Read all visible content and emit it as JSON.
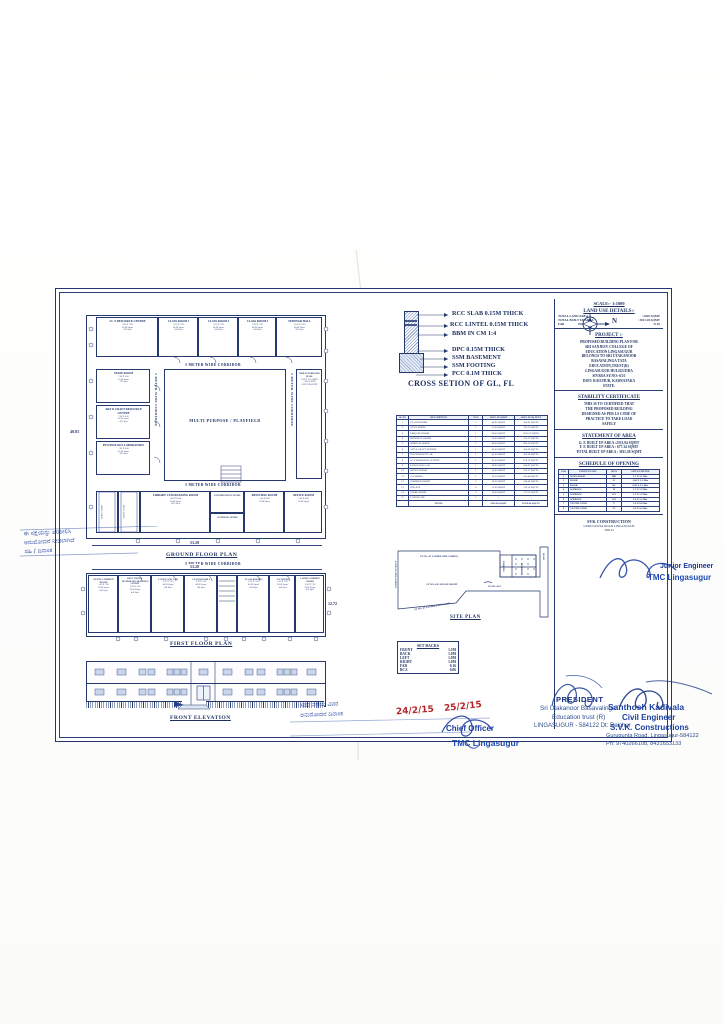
{
  "document": {
    "type": "architectural-building-plan",
    "scale_label": "SCALE:- 1:1000"
  },
  "cross_section": {
    "title": "CROSS SETION OF GL, FL",
    "labels": [
      "RCC SLAB 0.15M THICK",
      "RCC LINTEL 0.15M THICK",
      "BBM IN CM 1:4",
      "DPC 0.15M THICK",
      "SSM BASEMENT",
      "SSM FOOTING",
      "PCC 0.1M THICK"
    ]
  },
  "compass": {
    "label": "N"
  },
  "land_use": {
    "heading": "LAND USE DETAILS:-",
    "rows": [
      {
        "label": "TOTAL LAND AREA",
        "value": ": 2020 SQMT"
      },
      {
        "label": "TOTAL BUILT UP AREA",
        "value": ": 3011.28 SQMT"
      },
      {
        "label": "FAR",
        "value": ": 0.16"
      }
    ]
  },
  "project": {
    "heading": "PROJECT :-",
    "lines": [
      "PROPOSED  BUILDING PLAN FOR",
      "SRI SANJEEV  COLLEGE OF",
      "EDUCATION  LINGASUGUR",
      "BELONGS TO SRI UTAKANOOR",
      "BASAVALINGA TATA",
      "EDUCATION,TRUST(R)",
      "LINGASUGUR HULIGUDDA",
      "SIVARA SY.NO:-63/1",
      "DIST: RAICHUR, KARNATAKA",
      "STATE."
    ]
  },
  "stability": {
    "heading": "STABILITY CERTIFICATE",
    "lines": [
      "THIS IS TO CERTIFIED THAT",
      "THE PROPOSED BUILDING",
      "DESIGNED AS PER I.S CODE OF",
      "PRACTICE TO TAKE LOAD",
      "SAFELY"
    ]
  },
  "statement_of_area": {
    "heading": "STATEMENT OF AREA",
    "rows": [
      "G. F. BUILT UP AREA :2333.94 SQMT",
      "F. F. BUILT UP AREA : 677.34 SQMT",
      "TOTAL BUILT UP AREA : 3011.28 SQMT"
    ]
  },
  "schedule_of_opening": {
    "heading": "SCHEDULE OF OPENING",
    "columns": [
      "S.No",
      "PARTICULARS",
      "SIGN",
      "SIZE IN METER"
    ],
    "rows": [
      [
        "1",
        "MAIN DOOR",
        "MD",
        "1.5 X 2.1 Mtr"
      ],
      [
        "2",
        "DOOR",
        "D",
        "1.00 X 2.1 Mtr"
      ],
      [
        "3",
        "DOOR",
        "D1",
        "0.90 X 2.1 Mtr"
      ],
      [
        "4",
        "WINDOW",
        "W",
        "1.5 X 1.2 Mtr"
      ],
      [
        "5",
        "WINDOW",
        "W1",
        "1.2 X 1.2 Mtr"
      ],
      [
        "6",
        "WINDOW",
        "W2",
        "1.0 X 1.2 Mtr"
      ],
      [
        "7",
        "VENTILATOR",
        "V",
        "1.0 X 0.6 Mtr"
      ],
      [
        "8",
        "VENTILATOR",
        "V1",
        "0.6 X 0.6 Mtr"
      ]
    ]
  },
  "construction_stamp": {
    "line1": "SVK CONSTRUCTION",
    "line2": "GURUGUNTA ROAD LINGASUGUR",
    "line3": "584122"
  },
  "signatures": {
    "president": {
      "title": "PRESIDENT",
      "line1": "Sri Utakanoor Basavalinga T",
      "line2": "Education trust (R)",
      "line3": "LINGASUGUR - 584122  Dt: Raichur"
    },
    "engineer": {
      "name": "Santhosh Kadivala",
      "title": "Civil Engineer",
      "firm": "S.V.K. Constructions",
      "address": "Gurugunta Road, Lingasugur-584122",
      "phone": "Ph: 9740266108, 8431653133"
    },
    "junior_engineer": {
      "title": "Junior Engineer",
      "office": "TMC Lingasugur"
    },
    "chief_officer": {
      "title": "Chief Officer",
      "office": "TMC Lingasugur"
    }
  },
  "ground_floor": {
    "title": "GROUND FLOOR PLAN",
    "dim_width": "53.28",
    "dim_height": "40.83",
    "corridor_label": "3 METER WIDE  CORRIDOR",
    "corridor_label_v": "3 METER WIDE CORRIDOR",
    "courtyard": "MULTI PURPOSE / PLAYFIELD",
    "rooms": [
      {
        "name": "I.C.T RESOURCE CENTRE",
        "detail": "9.00 X 7.00\n63.00 Sq.mt\n678 Sq.ft"
      },
      {
        "name": "CLASS ROOM 1",
        "detail": "6.70 X 7.00\n46.90 Sq.mt\n504 Sq.ft"
      },
      {
        "name": "CLASS ROOM 2",
        "detail": "6.70 X 7.00\n46.90 Sq.mt\n504 Sq.ft"
      },
      {
        "name": "CLASS ROOM 3",
        "detail": "6.70 X 7.00\n46.90 Sq.mt\n504 Sq.ft"
      },
      {
        "name": "SEMINAR HALL",
        "detail": "12.00 X 7.00\n84.00 Sq.mt\n903 Sq.ft"
      },
      {
        "name": "STAFF ROOM",
        "detail": "7.00 X 5.00\n35.00 Sq.mt\n376 Sq.ft"
      },
      {
        "name": "ART & CRAFT RESOURCE CENTRE",
        "detail": "7.00 X 6.00\n42.00 Sq.mt\n452 Sq.ft"
      },
      {
        "name": "PSYCHOLOGY LABORATORY",
        "detail": "7.00 X 6.00\n42.00 Sq.mt\n452 Sq.ft"
      },
      {
        "name": "LIBRARY CUM READING ROOM",
        "detail": "12.00 X 8.00\n96.00 Sq.mt\n1033 Sq.ft"
      },
      {
        "name": "EXAMINATION STORE",
        "detail": "4.00 X 4.00\n16.00 Sq.mt"
      },
      {
        "name": "PRINCIPAL ROOM",
        "detail": "5.00 X 4.00\n20.00 Sq.mt"
      },
      {
        "name": "OFFICE ROOM",
        "detail": "5.00 X 4.00\n20.00 Sq.mt"
      },
      {
        "name": "GENERAL STORE",
        "detail": "4.00 X 4.00\n16.00 Sq.mt"
      },
      {
        "name": "MULTI PURPOSE HALL",
        "detail": "9.00 X 12.15 MTR\n=109.35 MTR\n1099.78 SQ.FEET"
      },
      {
        "name": "GIRLS TOILET",
        "detail": ""
      },
      {
        "name": "BOYS TOILET",
        "detail": ""
      }
    ]
  },
  "first_floor": {
    "title": "FIRST FLOOR PLAN",
    "dim_width": "53.28",
    "dim_height": "12.72",
    "corridor_label": "3 METER WIDE  CORRIDOR",
    "rooms": [
      {
        "name": "GENTS COMMON ROOM",
        "detail": "5.50 X 7.00\n38.50 Sq.mt\n414 Sq.ft"
      },
      {
        "name": "EDUCATIONAL TECHNOLOGY RESOURCE CENTRE",
        "detail": "5.50 X 7.00\n38.50 Sq.mt\n414 Sq.ft"
      },
      {
        "name": "LANGUAGE LAB",
        "detail": "6.70 X 7.00\n46.90 Sq.mt\n504 Sq.ft"
      },
      {
        "name": "CLASS ROOM 4",
        "detail": "6.70 X 7.00\n46.90 Sq.mt\n504 Sq.ft"
      },
      {
        "name": "CLASS ROOM 5",
        "detail": "6.70 X 7.00\n46.90 Sq.mt\n504 Sq.ft"
      },
      {
        "name": "A/V ROOM",
        "detail": "5.50 X 7.00\n38.50 Sq.mt\n414 Sq.ft"
      },
      {
        "name": "LADIES COMMON ROOM",
        "detail": "5.50 X 7.00\n38.50 Sq.mt\n414 Sq.ft"
      }
    ]
  },
  "elevation": {
    "title": "FRONT ELEVATION"
  },
  "site_plan": {
    "title": "SITE PLAN",
    "labels": [
      "SY NO:-47 LANDOF MULAGIRIYA",
      "SY NO:-63/1 SINGLE RIGHT",
      "SY NO:-47 LANDOF DHULAMMA",
      "SY NO:-63/2",
      "LAND OF MULAGIRIYA",
      "ROAD",
      "PROPOSED SITE AREA",
      "PARKING",
      "BUILDING"
    ]
  },
  "setbacks": {
    "heading": "SET BACKS",
    "rows": [
      {
        "label": "FRONT",
        "value": "1.5M"
      },
      {
        "label": "BACK",
        "value": "1.0M"
      },
      {
        "label": "LEFT",
        "value": "1.0M"
      },
      {
        "label": "RIGHT",
        "value": "1.0M"
      },
      {
        "label": "FAR",
        "value": "0.16"
      },
      {
        "label": "BCA",
        "value": "6.06"
      }
    ]
  },
  "room_schedule": {
    "columns": [
      "SL.NO",
      "DESCRIPTION",
      "NO.S",
      "AREA IN SQMT",
      "AREA IN SQ FEET"
    ],
    "rows": [
      [
        "1",
        "CLASS ROOMS",
        "3",
        "46.90 SQMT",
        "504.83 SQFTS"
      ],
      [
        "2",
        "STAFF ROOM",
        "1",
        "35.00 SQMT",
        "376.73 SQFTS"
      ],
      [
        "3",
        "LIBRARY ROOM",
        "1",
        "96.00 SQMT",
        "1033.33 SQFTS"
      ],
      [
        "4",
        "PRINCIPAL ROOM",
        "1",
        "20.00 SQMT",
        "215.27 SQFTS"
      ],
      [
        "5",
        "SEMINAR ROOM",
        "1",
        "84.00 SQMT",
        "904.16 SQFTS"
      ],
      [
        "6",
        "ART & CRAFT CENTRE",
        "1",
        "42.00 SQMT",
        "452.08 SQFTS"
      ],
      [
        "7",
        "PSYCHOLOGY LAB",
        "1",
        "42.00 SQMT",
        "452.08 SQFTS"
      ],
      [
        "8",
        "I.C.T RESOURCE CENTRE",
        "1",
        "63.00 SQMT",
        "678.12 SQFTS"
      ],
      [
        "9",
        "LANGUAGE LAB",
        "1",
        "46.90 SQMT",
        "504.83 SQFTS"
      ],
      [
        "10",
        "OFFICE ROOM",
        "1",
        "20.00 SQMT",
        "215.27 SQFTS"
      ],
      [
        "11",
        "A/V ROOM",
        "1",
        "38.50 SQMT",
        "414.40 SQFTS"
      ],
      [
        "12",
        "COMMON ROOM",
        "2",
        "38.50 SQMT",
        "414.40 SQFTS"
      ],
      [
        "13",
        "TOILETS",
        "4",
        "12.00 SQMT",
        "129.16 SQFTS"
      ],
      [
        "14",
        "STORE ROOM",
        "2",
        "16.00 SQMT",
        "172.22 SQFTS"
      ],
      [
        "15",
        "LANDSCAPE",
        "1",
        "—",
        "—"
      ]
    ],
    "total_row": [
      "",
      "TOTAL",
      "",
      "2333.94 SQMT",
      "25122.00 SQFTS"
    ]
  },
  "handwritten": {
    "note_left_1": "ಈ ನಕ್ಷೆಯನ್ನು ಪರಿಶೀಲಿಸಿ",
    "note_left_2": "ಅನುಮೋದನೆ ನೀಡಲಾಗಿದೆ",
    "note_left_3": "ಸಹಿ / ದಿನಾಂಕ",
    "note_bottom_1": "ಸದರಿ ನಕ್ಷೆಯ ವಿವರ",
    "note_bottom_2": "ಅನುಮೋದನೆ ದಿನಾಂಕ",
    "date_1": "24/2/15",
    "date_2": "25/2/15"
  }
}
